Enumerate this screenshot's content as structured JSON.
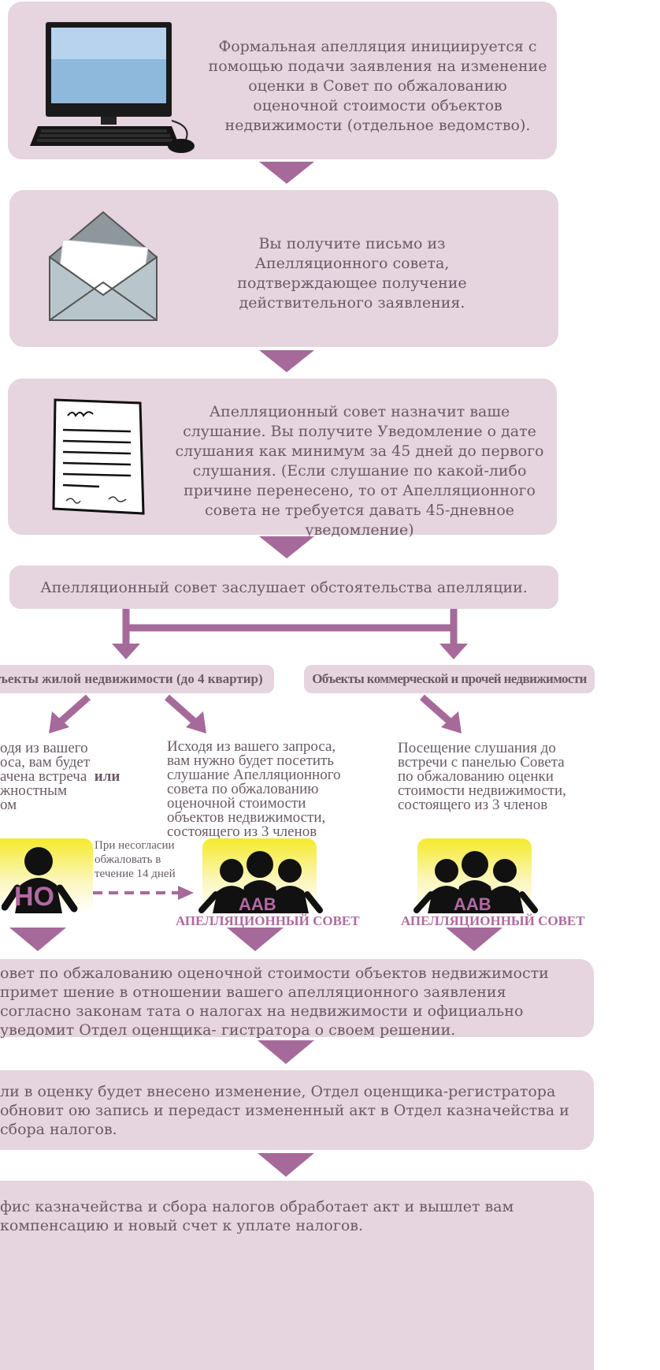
{
  "steps": {
    "step1": "Формальная апелляция инициируется с помощью подачи заявления на изменение оценки в Совет по обжалованию оценочной стоимости объектов недвижимости (отдельное ведомство).",
    "step2": "Вы получите письмо из Апелляционного совета, подтверждающее получение действительного заявления.",
    "step3": "Апелляционный совет назначит ваше слушание. Вы получите Уведомление о дате слушания как минимум за 45 дней до первого слушания. (Если слушание по какой-либо причине перенесено, то от Апелляционного совета не требуется давать 45-дневное уведомление)",
    "step4": "Апелляционный совет заслушает обстоятельства апелляции."
  },
  "branches": {
    "residential": "ъекты жилой недвижимости (до 4 квартир)",
    "commercial": "Объекты коммерческой и прочей недвижимости"
  },
  "paths": {
    "left_prefix": "одя из вашего",
    "left_line2": "оса, вам будет",
    "left_line3": "ачена встреча",
    "left_or": "или",
    "left_line4": "жностным",
    "left_line5": "ом",
    "middle": "Исходя из вашего запроса, вам нужно будет посетить слушание Апелляционного совета по обжалованию оценочной стоимости объектов недвижимости, состоящего из 3 членов",
    "right": "Посещение слушания до встречи с панелью Совета по обжалованию оценки стоимости недвижимости, состоящего из 3 членов"
  },
  "appeal_note": "При несогласии обжаловать в течение 14 дней",
  "icons": {
    "officer_label": "НО",
    "board_label": "AAB",
    "board_caption": "АПЕЛЛЯЦИОННЫЙ СОВЕТ"
  },
  "outcomes": {
    "decision": "овет по обжалованию оценочной стоимости объектов недвижимости примет шение в отношении вашего апелляционного заявления согласно законам тата о налогах на недвижимости и официально уведомит Отдел оценщика- гистратора о своем решении.",
    "update": "ли в оценку будет внесено изменение, Отдел оценщика-регистратора обновит ою запись и передаст измененный акт в Отдел казначейства и сбора налогов.",
    "treasury": "фис казначейства и сбора налогов обработает акт и вышлет вам компенсацию и новый счет к уплате налогов."
  },
  "colors": {
    "box": "#e6d4de",
    "arrow": "#a66a9a",
    "text": "#6b5a66",
    "accent": "#b06aa0",
    "sun": "#f5ea2a"
  }
}
